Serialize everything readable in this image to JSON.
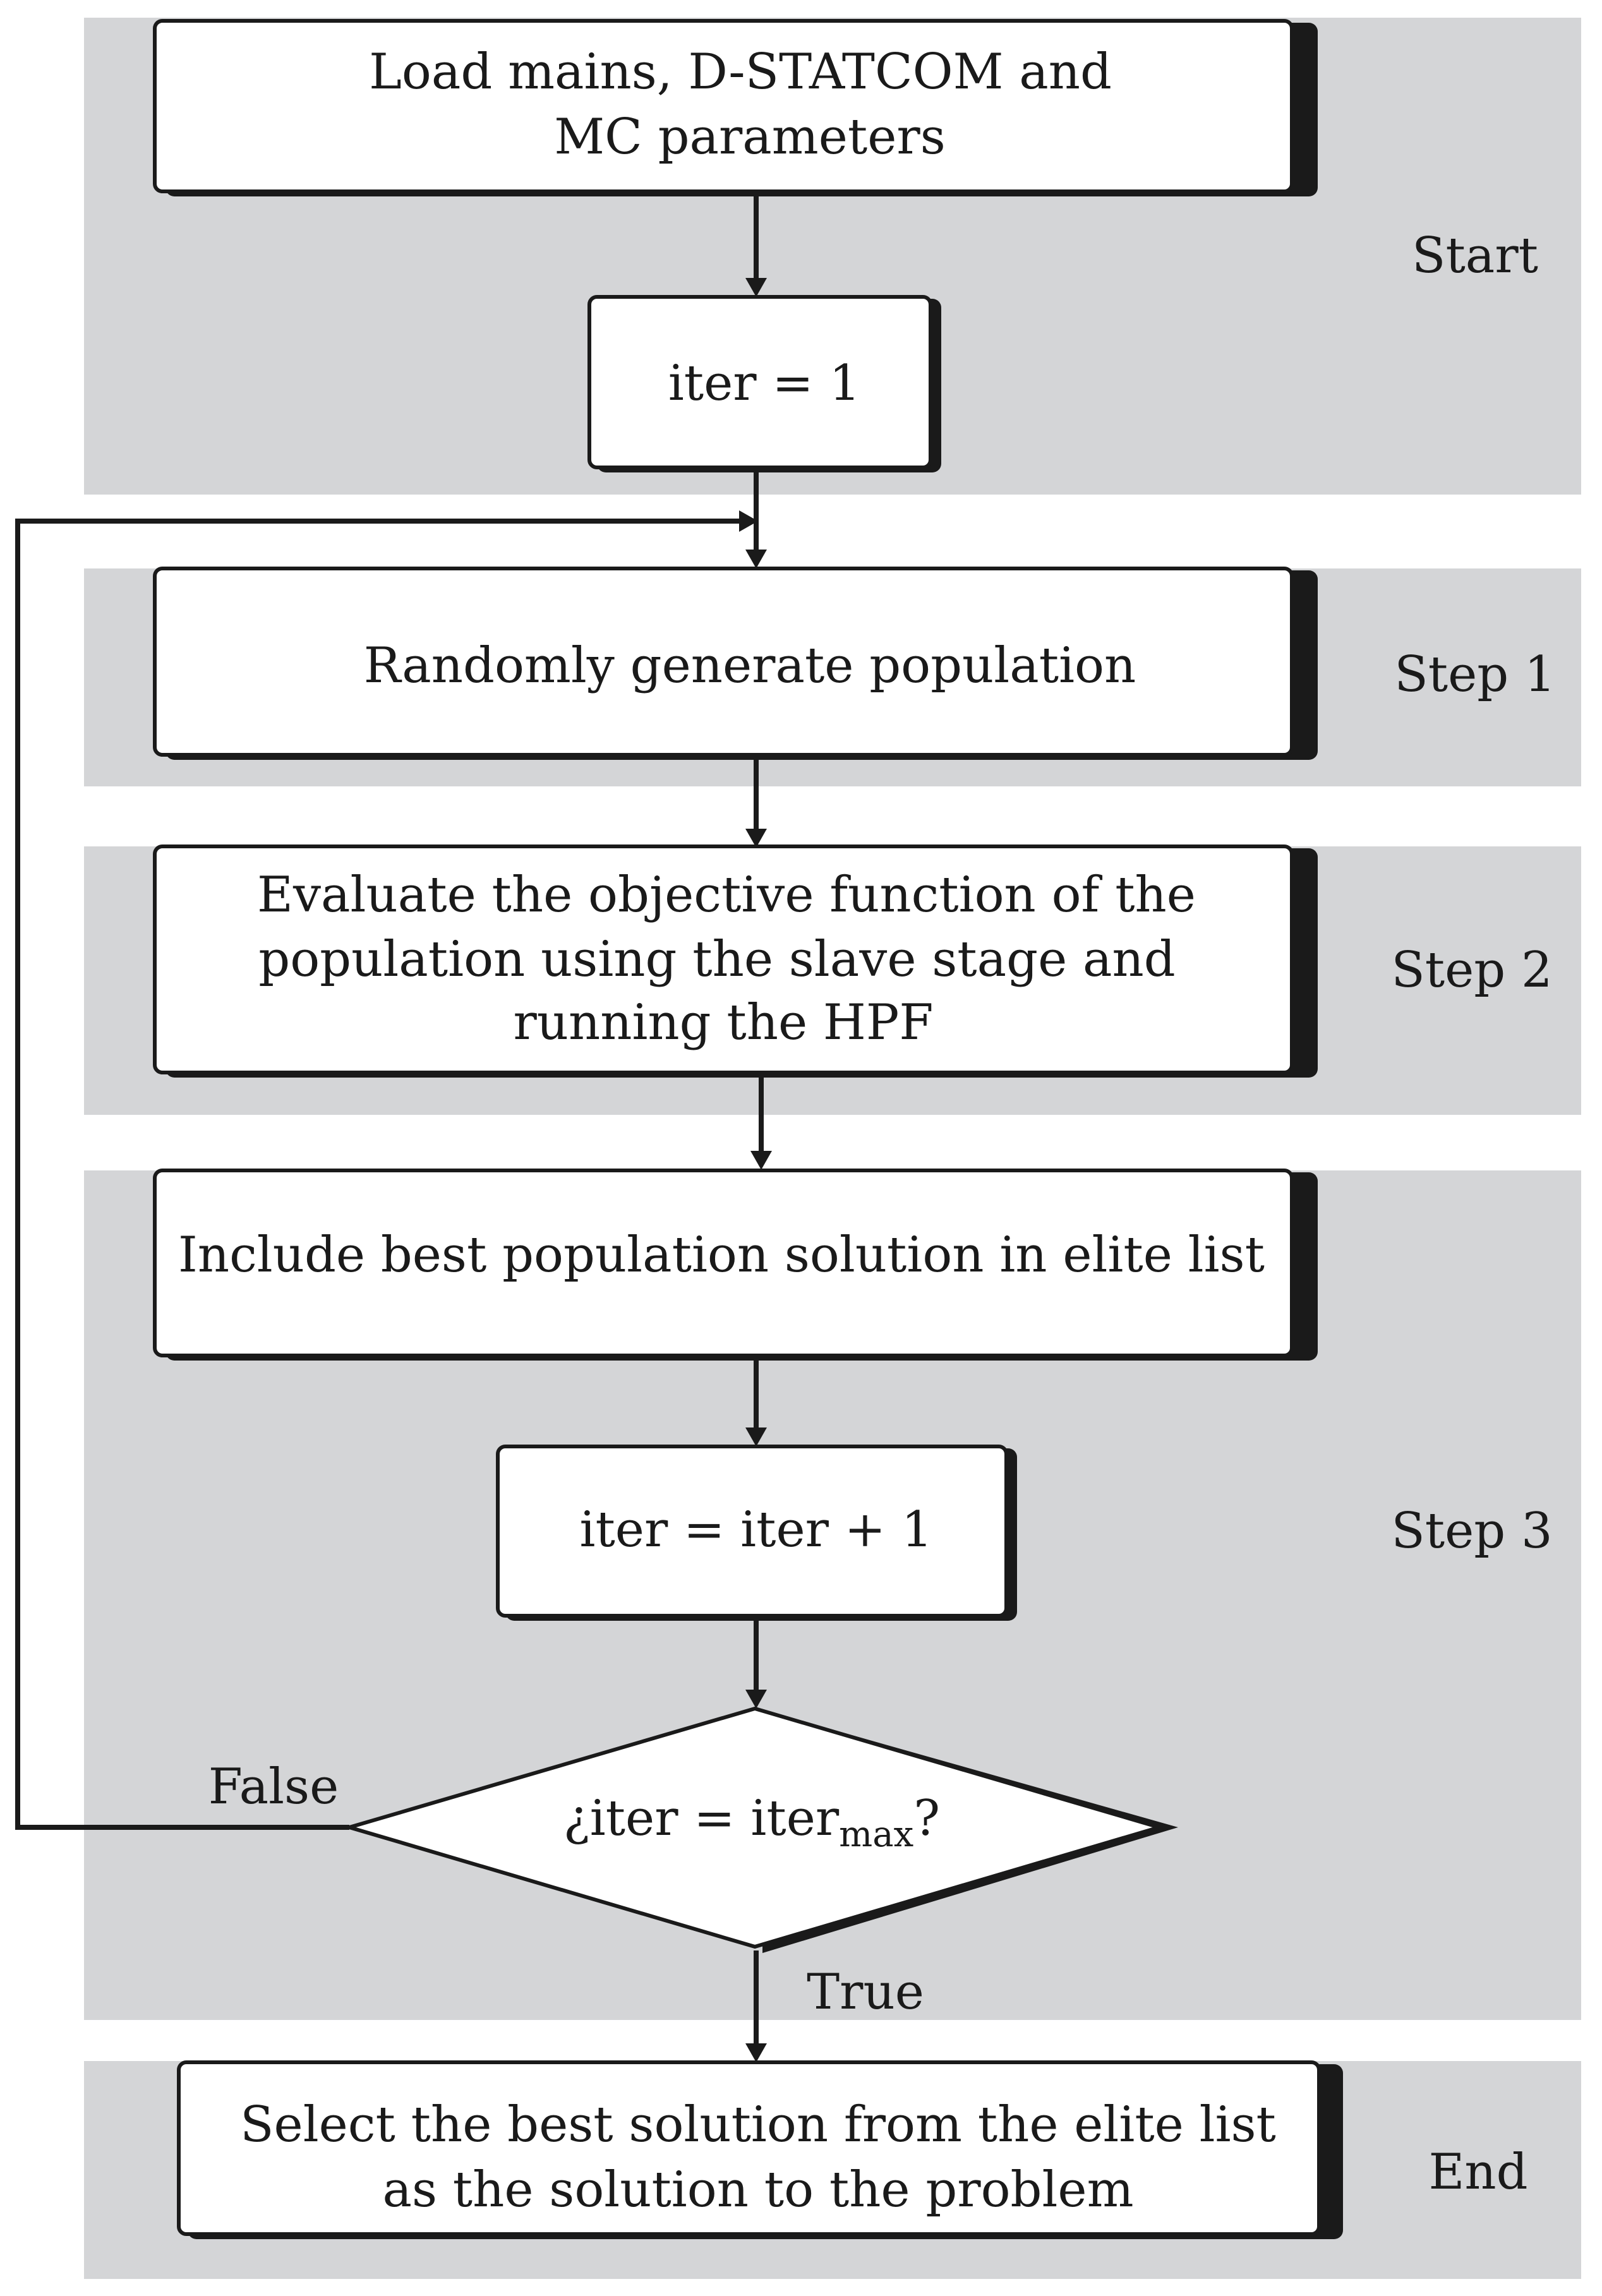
{
  "sections": {
    "start": "Start",
    "step1": "Step 1",
    "step2": "Step 2",
    "step3": "Step 3",
    "end": "End"
  },
  "boxes": {
    "load_line1": "Load mains, D-STATCOM and",
    "load_line2": "MC parameters",
    "iter_init": "iter = 1",
    "random": "Randomly generate population",
    "evaluate_line1": "Evaluate the objective function of the",
    "evaluate_line2": "population using the slave stage and",
    "evaluate_line3": "running the HPF",
    "include": "Include best population solution in elite list",
    "iter_inc": "iter = iter + 1",
    "select_line1": "Select the best solution from the elite list",
    "select_line2": "as the solution to the problem"
  },
  "decision": {
    "prefix": "¿iter = iter",
    "subscript": "max",
    "suffix": "?"
  },
  "edges": {
    "false_label": "False",
    "true_label": "True"
  },
  "colors": {
    "band": "#d4d5d7",
    "box_fill": "#ffffff",
    "stroke": "#1a1a1a",
    "shadow": "#1a1a1a"
  }
}
